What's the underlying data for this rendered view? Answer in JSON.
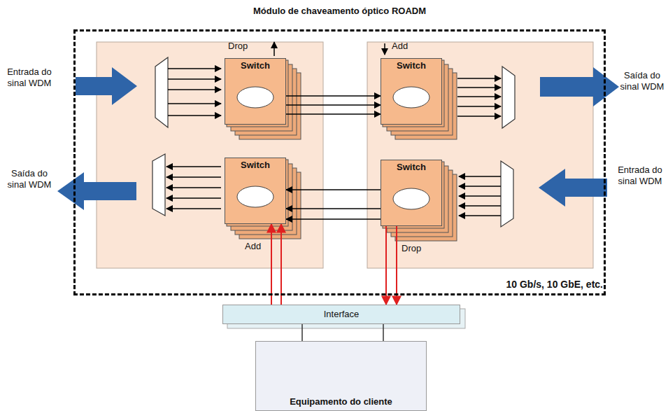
{
  "diagram": {
    "nodes": [
      {
        "text": [
          "Módulo de chaveamento óptico ROADM"
        ]
      },
      {
        "text": [
          "Switch"
        ],
        "in": 0
      },
      {
        "text": [
          "Switch"
        ],
        "in": 0
      },
      {
        "text": [
          "Switch"
        ],
        "in": 0
      },
      {
        "text": [
          "Switch"
        ],
        "in": 0
      },
      {
        "text": [
          "Interface"
        ]
      },
      {
        "text": [
          "Equipamento do cliente"
        ]
      }
    ],
    "edges": [
      {
        "from": 1,
        "to": 2,
        "arrow": "to"
      },
      {
        "from": 1,
        "to": 2,
        "arrow": "to"
      },
      {
        "from": 1,
        "to": 2,
        "arrow": "to"
      },
      {
        "from": 4,
        "to": 3,
        "arrow": "to"
      },
      {
        "from": 4,
        "to": 3,
        "arrow": "to"
      },
      {
        "from": 4,
        "to": 3,
        "arrow": "to"
      },
      {
        "from": 5,
        "to": 3,
        "arrow": "to"
      },
      {
        "from": 5,
        "to": 3,
        "arrow": "to"
      },
      {
        "from": 4,
        "to": 5,
        "arrow": "to"
      },
      {
        "from": 4,
        "to": 5,
        "arrow": "to"
      },
      {
        "from": 5,
        "to": 6,
        "arrow": "none"
      },
      {
        "from": 5,
        "to": 6,
        "arrow": "none"
      }
    ],
    "labels": [
      "Entrada do sinal WDM",
      "Saída do sinal WDM",
      "Saída do sinal WDM",
      "Entrada do sinal WDM",
      "Drop",
      "Add",
      "Add",
      "Drop",
      "10 Gb/s, 10 GbE, etc."
    ]
  }
}
